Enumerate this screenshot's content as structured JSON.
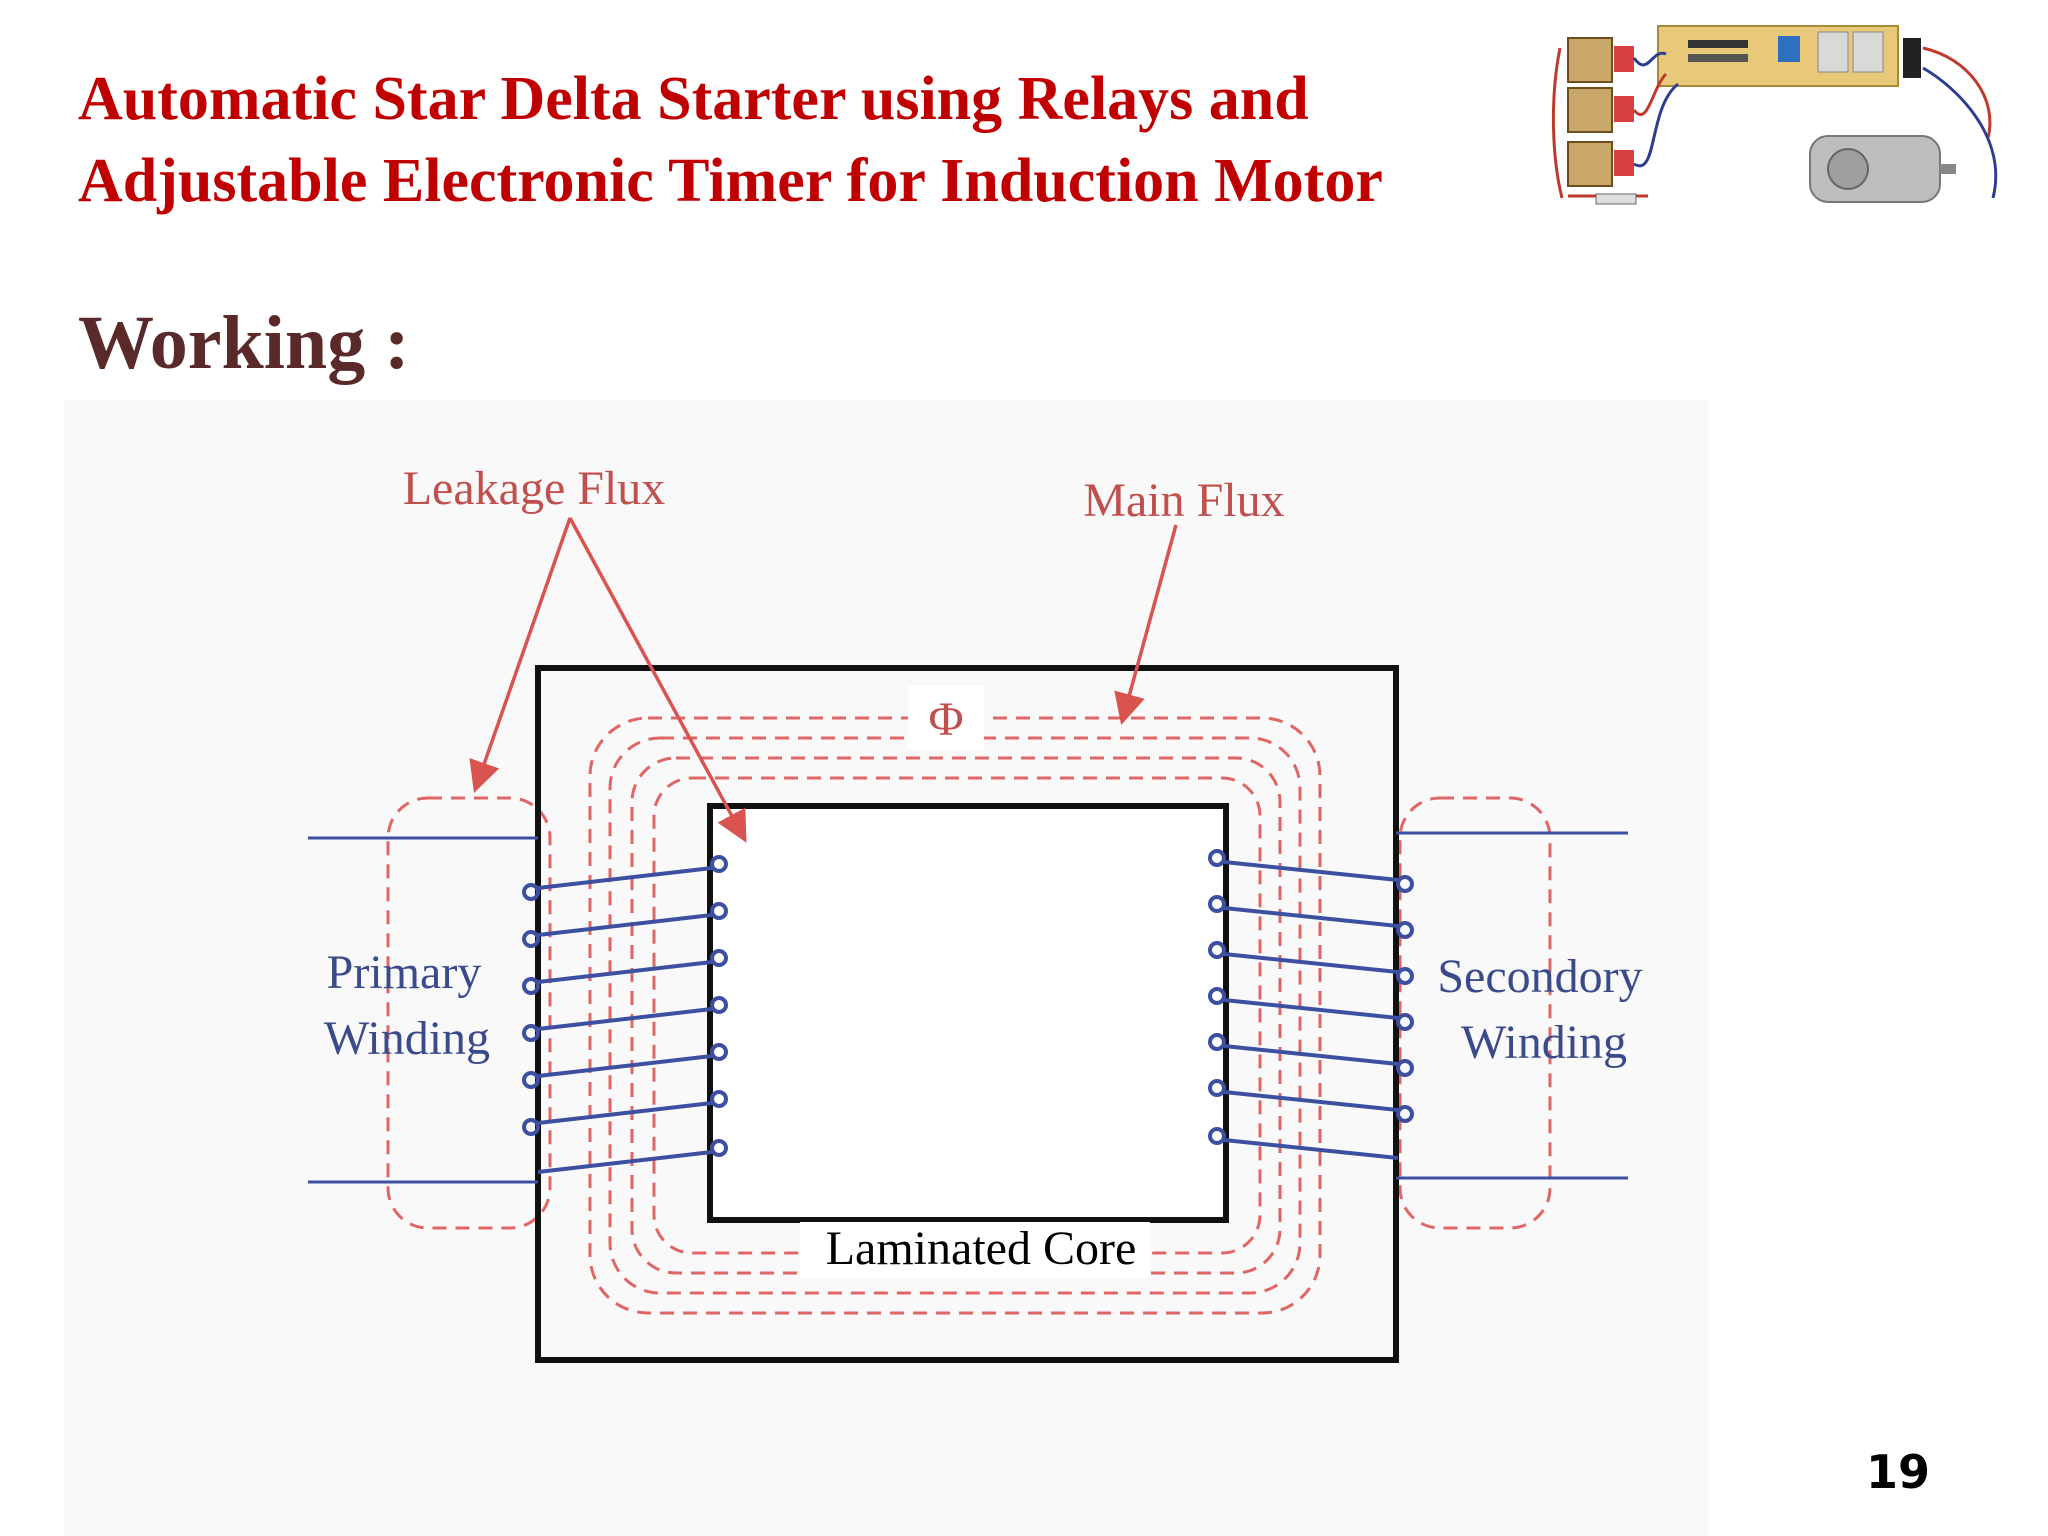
{
  "slide": {
    "title_line1": "Automatic Star Delta Starter using Relays and",
    "title_line2": "Adjustable Electronic Timer for Induction Motor",
    "heading": "Working :",
    "page_number": "19"
  },
  "diagram": {
    "labels": {
      "leakage_flux": "Leakage Flux",
      "main_flux": "Main Flux",
      "phi": "Φ",
      "primary_line1": "Primary",
      "primary_line2": "Winding",
      "secondary_line1": "Secondory",
      "secondary_line2": "Winding",
      "core": "Laminated Core"
    },
    "colors": {
      "flux": "#e06666",
      "arrow": "#d9534f",
      "winding": "#3c4fa0",
      "core": "#111111",
      "title": "#c00000",
      "heading": "#5a2a2a"
    }
  }
}
